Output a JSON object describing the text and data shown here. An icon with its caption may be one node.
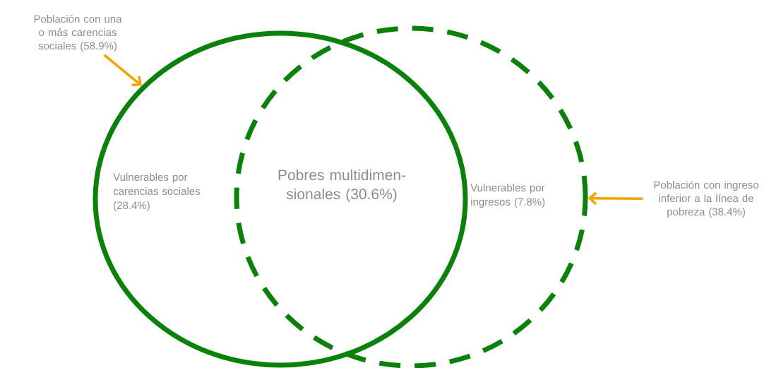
{
  "diagram": {
    "nodes": [
      {
        "text": [
          "Población con una o más carencias sociales (58.9%)"
        ]
      },
      {
        "text": [],
        "shape": "circle"
      },
      {
        "text": [],
        "shape": "circle"
      },
      {
        "text": [
          "Población con ingreso inferior a la línea de pobreza (38.4%)"
        ]
      }
    ],
    "edges": [
      {
        "from": 0,
        "to": 1,
        "arrow": "to"
      },
      {
        "from": 3,
        "to": 2,
        "arrow": "to"
      }
    ],
    "labels": [
      "Vulnerables por carencias sociales (28.4%)",
      "Pobres multidimen- sionales (30.6%)",
      "Vulnerables por ingresos (7.8%)"
    ]
  }
}
